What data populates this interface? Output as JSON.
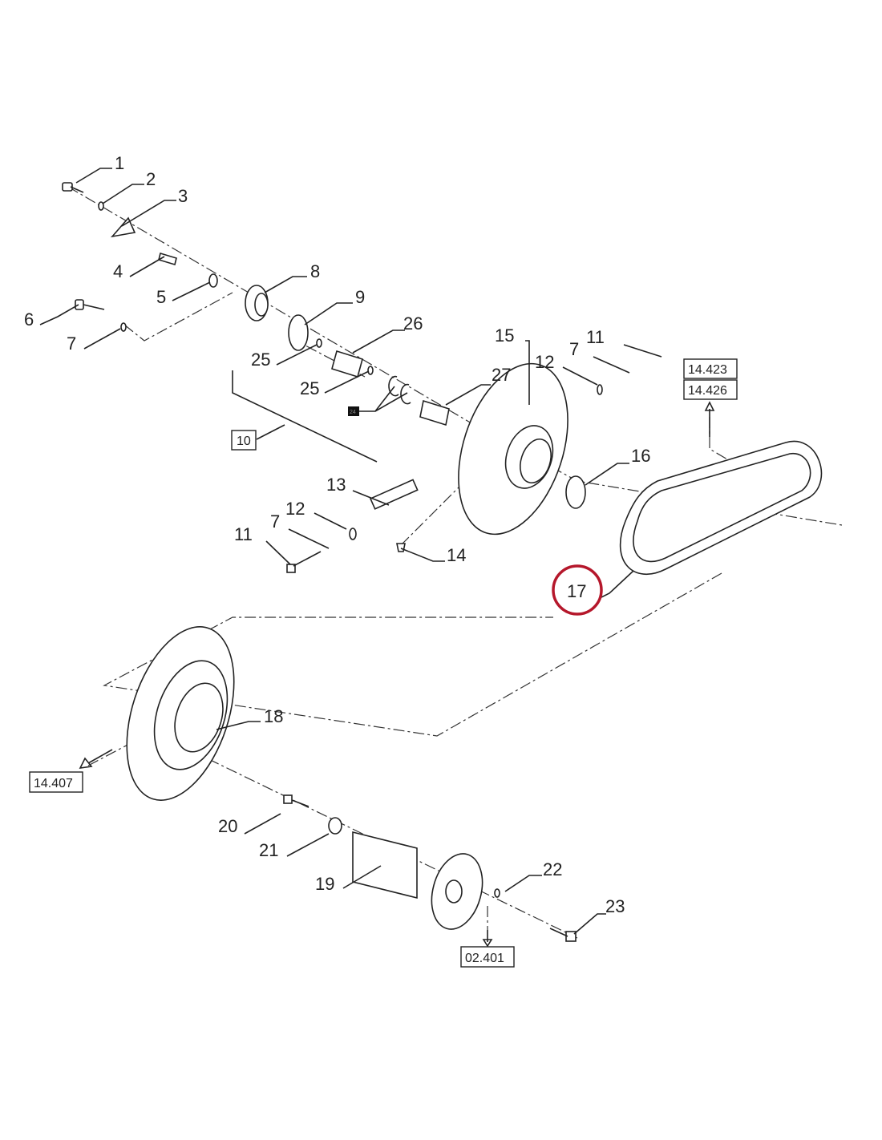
{
  "callouts": {
    "c1": "1",
    "c2": "2",
    "c3": "3",
    "c4": "4",
    "c5": "5",
    "c6": "6",
    "c7a": "7",
    "c7b": "7",
    "c7c": "7",
    "c8": "8",
    "c9": "9",
    "c11a": "11",
    "c11b": "11",
    "c12a": "12",
    "c12b": "12",
    "c13": "13",
    "c14": "14",
    "c15": "15",
    "c16": "16",
    "c17": "17",
    "c18": "18",
    "c19": "19",
    "c20": "20",
    "c21": "21",
    "c22": "22",
    "c23": "23",
    "c25a": "25",
    "c25b": "25",
    "c26": "26",
    "c27": "27",
    "c24": "24"
  },
  "references": {
    "assembly": "10",
    "ref_top_1": "14.423",
    "ref_top_2": "14.426",
    "ref_left": "14.407",
    "ref_bottom": "02.401"
  },
  "highlight": {
    "item": "17",
    "color": "#b5172b"
  }
}
